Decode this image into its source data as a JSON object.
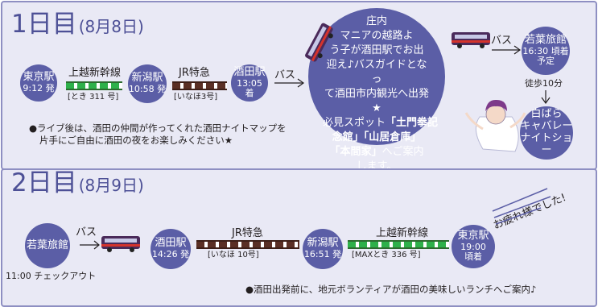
{
  "day1": {
    "title": "1日目",
    "date": "(8月8日)",
    "stations": [
      {
        "name": "東京駅",
        "time": "9:12 発"
      },
      {
        "name": "新潟駅",
        "time": "10:58 発"
      },
      {
        "name": "酒田駅",
        "time": "13:05 着"
      }
    ],
    "train1": {
      "name": "上越新幹線",
      "detail": "[とき 311 号]"
    },
    "train2": {
      "name": "JR特急",
      "detail": "[いなほ3号]"
    },
    "bus_label1": "バス",
    "tour_lines": [
      "庄内",
      "マニアの越路よ",
      "う子が酒田駅でお出",
      "迎え♪バスガイドとなっ",
      "て酒田市内観光へ出発★",
      "必見スポット"
    ],
    "tour_spot1": "「土門拳記",
    "tour_spot2": "念館」「山居倉庫」",
    "tour_spot3": "「本間家」",
    "tour_tail": "へご案内",
    "tour_end": "します。",
    "bus_label2": "バス",
    "ryokan": {
      "name": "若葉旅館",
      "time": "16:30 頃着",
      "note": "予定"
    },
    "walk": "徒歩10分",
    "show": [
      "白ばら",
      "キャバレー",
      "ナイトショー"
    ],
    "note": [
      "●ライブ後は、酒田の仲間が作ってくれた酒田ナイトマップを",
      "片手にご自由に酒田の夜をお楽しみください★"
    ]
  },
  "day2": {
    "title": "2日目",
    "date": "(8月9日)",
    "ryokan": "若葉旅館",
    "checkout": "11:00 チェックアウト",
    "bus_label": "バス",
    "stations": [
      {
        "name": "酒田駅",
        "time": "14:26 発"
      },
      {
        "name": "新潟駅",
        "time": "16:51 発"
      },
      {
        "name": "東京駅",
        "time": "19:00",
        "time2": "頃着"
      }
    ],
    "train1": {
      "name": "JR特急",
      "detail": "[いなほ 10号]"
    },
    "train2": {
      "name": "上越新幹線",
      "detail": "[MAXとき 336 号]"
    },
    "otsukare": "お疲れ様でした!",
    "note": "●酒田出発前に、地元ボランティアが酒田の美味しいランチへご案内♪"
  },
  "colors": {
    "accent": "#5b5ea6",
    "title": "#4d5096",
    "panel": "#e9e9f5",
    "shinkansen": "#2eb04a",
    "limited_express": "#5a2f25"
  },
  "icons": [
    "bus-icon",
    "arrow-icon",
    "performer-illustration"
  ]
}
